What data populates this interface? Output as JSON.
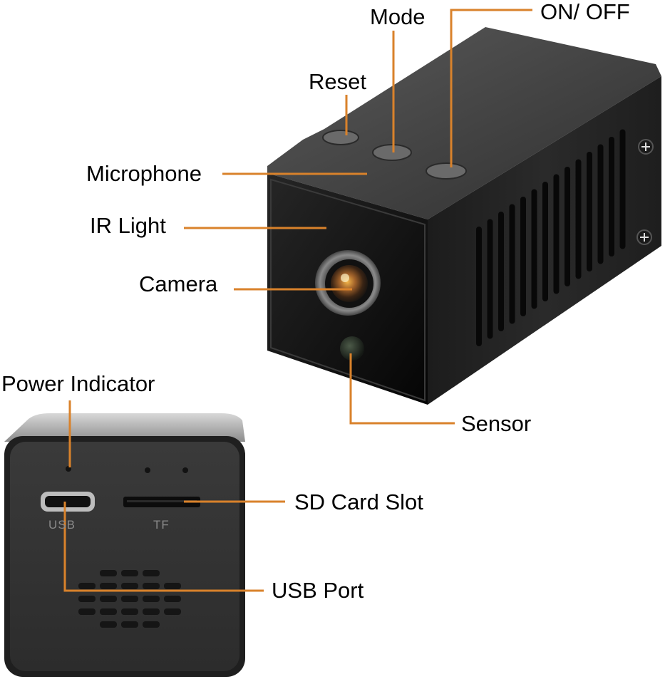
{
  "accent_color": "#d9822b",
  "labels": {
    "mode": "Mode",
    "on_off": "ON/ OFF",
    "reset": "Reset",
    "microphone": "Microphone",
    "ir_light": "IR Light",
    "camera": "Camera",
    "power_indicator": "Power Indicator",
    "sensor": "Sensor",
    "sd_card_slot": "SD Card Slot",
    "usb_port": "USB Port"
  },
  "device_print": {
    "usb": "USB",
    "tf": "TF"
  }
}
